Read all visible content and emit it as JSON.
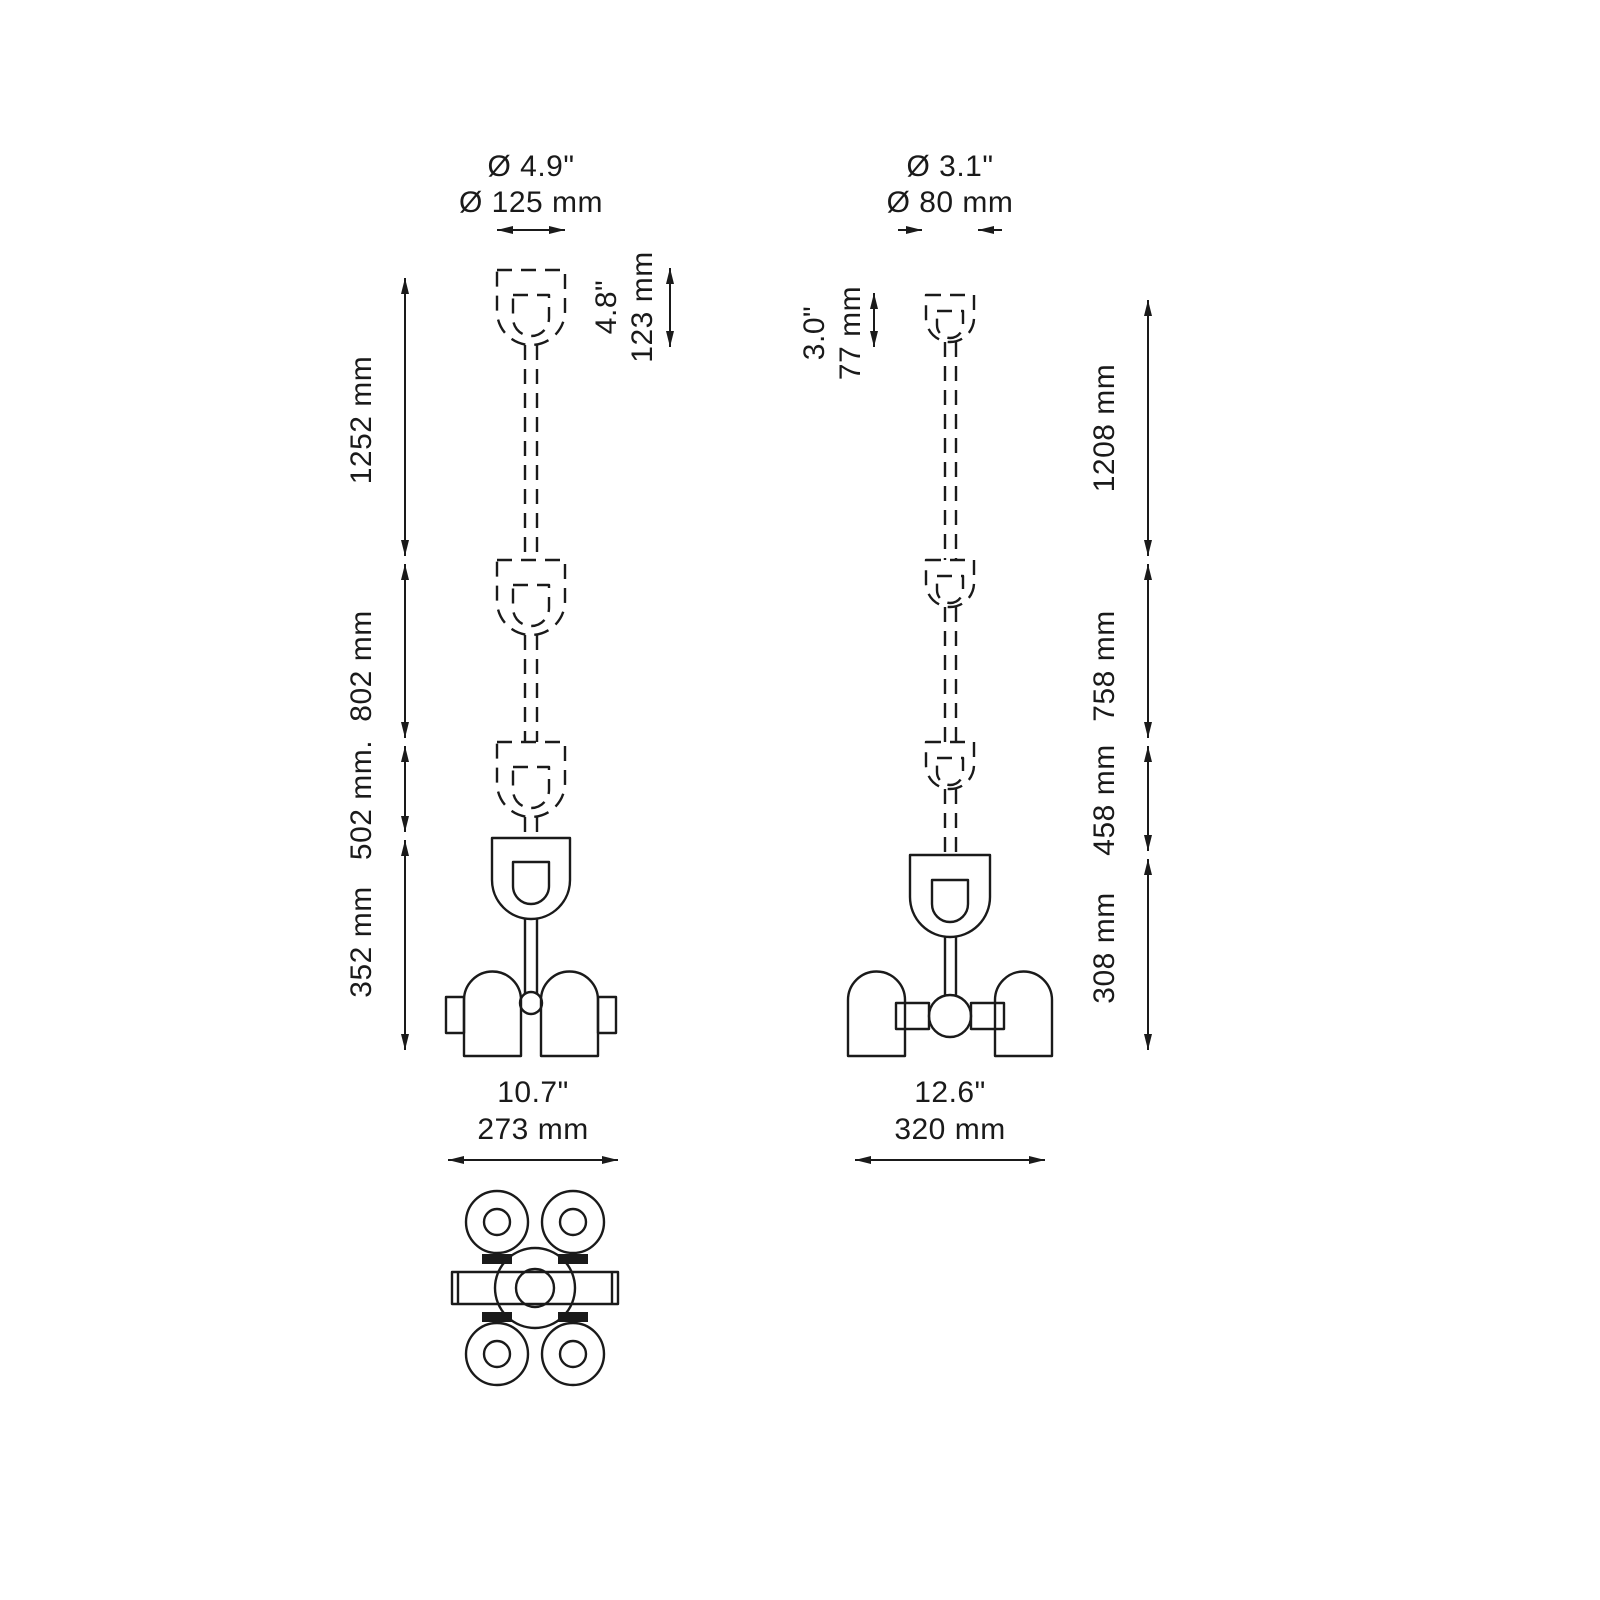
{
  "background": "#ffffff",
  "ink": "#1a1a1a",
  "left_view": {
    "canopy_diameter_in": "Ø 4.9\"",
    "canopy_diameter_mm": "Ø 125 mm",
    "canopy_height_in": "4.8\"",
    "canopy_height_mm": "123 mm",
    "drop_lengths": [
      "1252 mm",
      "802 mm",
      "502 mm.",
      "352 mm"
    ],
    "body_width_in": "10.7\"",
    "body_width_mm": "273 mm"
  },
  "right_view": {
    "canopy_diameter_in": "Ø 3.1\"",
    "canopy_diameter_mm": "Ø 80 mm",
    "canopy_height_in": "3.0\"",
    "canopy_height_mm": "77 mm",
    "drop_lengths": [
      "1208 mm",
      "758 mm",
      "458 mm",
      "308 mm"
    ],
    "body_width_in": "12.6\"",
    "body_width_mm": "320 mm"
  }
}
